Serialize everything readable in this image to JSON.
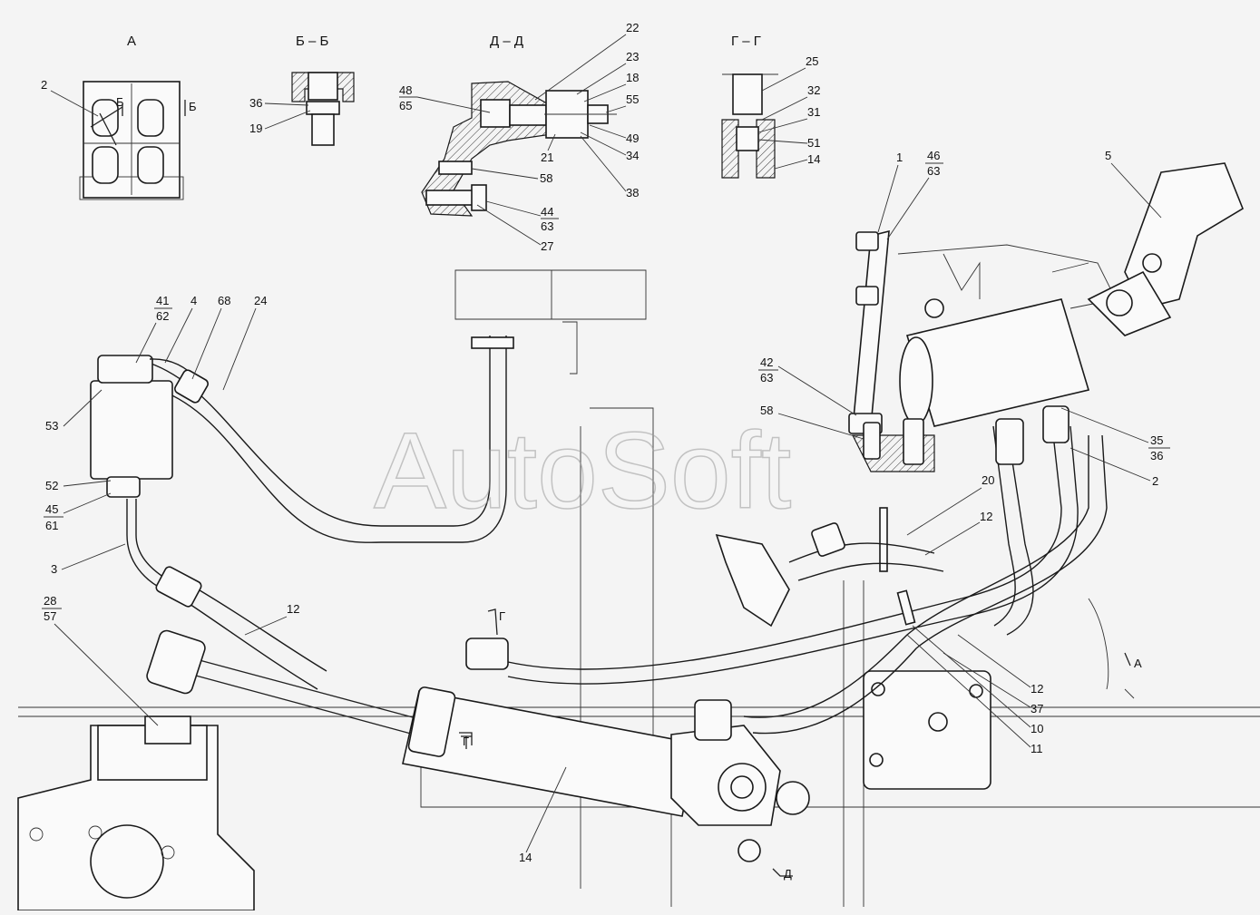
{
  "watermark": "AutoSoft",
  "views": {
    "a": "А",
    "bb": "Б – Б",
    "dd": "Д – Д",
    "gg": "Г – Г"
  },
  "section_marks": {
    "b_left": "Б",
    "b_right": "Б",
    "g": "Г",
    "g_lower": "Г",
    "d": "Д",
    "a": "А"
  },
  "callouts": [
    {
      "id": "c-2a",
      "text": "2"
    },
    {
      "id": "c-36a",
      "text": "36"
    },
    {
      "id": "c-19",
      "text": "19"
    },
    {
      "id": "c-48",
      "text": "48"
    },
    {
      "id": "c-65",
      "text": "65"
    },
    {
      "id": "c-22",
      "text": "22"
    },
    {
      "id": "c-23",
      "text": "23"
    },
    {
      "id": "c-18",
      "text": "18"
    },
    {
      "id": "c-55",
      "text": "55"
    },
    {
      "id": "c-49",
      "text": "49"
    },
    {
      "id": "c-34",
      "text": "34"
    },
    {
      "id": "c-21",
      "text": "21"
    },
    {
      "id": "c-58a",
      "text": "58"
    },
    {
      "id": "c-38",
      "text": "38"
    },
    {
      "id": "c-44",
      "text": "44"
    },
    {
      "id": "c-63a",
      "text": "63"
    },
    {
      "id": "c-27",
      "text": "27"
    },
    {
      "id": "c-25",
      "text": "25"
    },
    {
      "id": "c-32",
      "text": "32"
    },
    {
      "id": "c-31",
      "text": "31"
    },
    {
      "id": "c-51",
      "text": "51"
    },
    {
      "id": "c-14a",
      "text": "14"
    },
    {
      "id": "c-1",
      "text": "1"
    },
    {
      "id": "c-46",
      "text": "46"
    },
    {
      "id": "c-63b",
      "text": "63"
    },
    {
      "id": "c-5",
      "text": "5"
    },
    {
      "id": "c-41",
      "text": "41"
    },
    {
      "id": "c-62",
      "text": "62"
    },
    {
      "id": "c-4",
      "text": "4"
    },
    {
      "id": "c-68",
      "text": "68"
    },
    {
      "id": "c-24",
      "text": "24"
    },
    {
      "id": "c-53",
      "text": "53"
    },
    {
      "id": "c-52",
      "text": "52"
    },
    {
      "id": "c-45",
      "text": "45"
    },
    {
      "id": "c-61",
      "text": "61"
    },
    {
      "id": "c-3",
      "text": "3"
    },
    {
      "id": "c-42",
      "text": "42"
    },
    {
      "id": "c-63c",
      "text": "63"
    },
    {
      "id": "c-58b",
      "text": "58"
    },
    {
      "id": "c-35",
      "text": "35"
    },
    {
      "id": "c-36b",
      "text": "36"
    },
    {
      "id": "c-2b",
      "text": "2"
    },
    {
      "id": "c-20",
      "text": "20"
    },
    {
      "id": "c-12a",
      "text": "12"
    },
    {
      "id": "c-28",
      "text": "28"
    },
    {
      "id": "c-57",
      "text": "57"
    },
    {
      "id": "c-12b",
      "text": "12"
    },
    {
      "id": "c-12c",
      "text": "12"
    },
    {
      "id": "c-37",
      "text": "37"
    },
    {
      "id": "c-10",
      "text": "10"
    },
    {
      "id": "c-11",
      "text": "11"
    },
    {
      "id": "c-14b",
      "text": "14"
    }
  ]
}
